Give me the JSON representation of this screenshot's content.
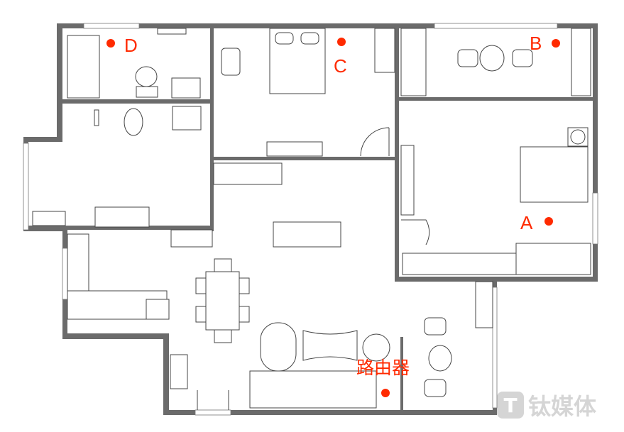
{
  "labels": {
    "A": "A",
    "B": "B",
    "C": "C",
    "D": "D",
    "router": "路由器"
  },
  "watermark": {
    "logo": "T",
    "text": "钛媒体"
  },
  "colors": {
    "wall": "#6b6b6b",
    "marker": "#ff2a00"
  }
}
